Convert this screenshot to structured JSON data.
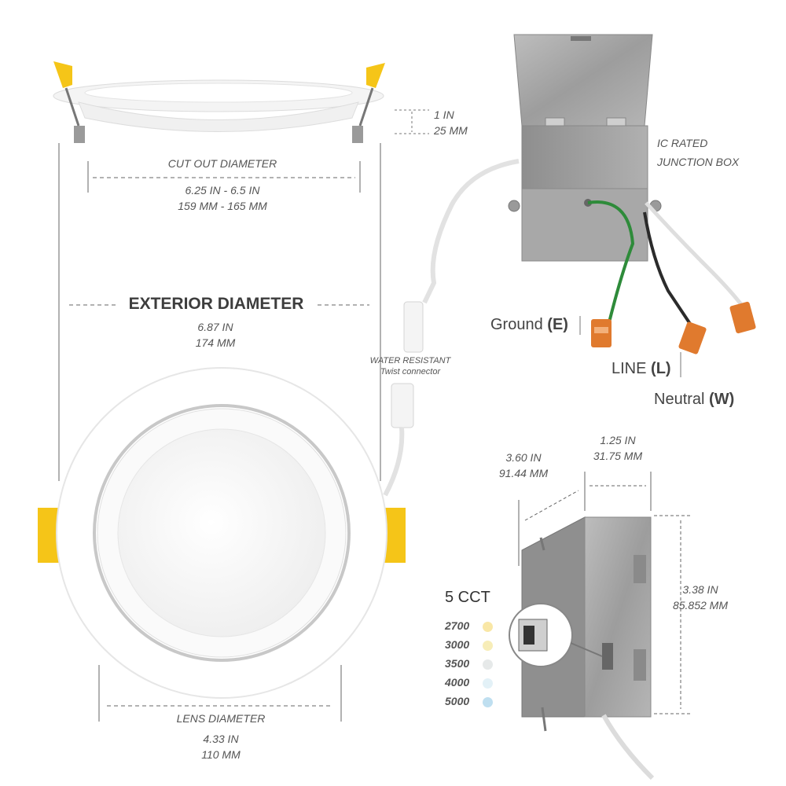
{
  "dimensions": {
    "height": {
      "inch": "1 IN",
      "mm": "25 MM"
    },
    "cutout": {
      "title": "CUT OUT DIAMETER",
      "inch": "6.25 IN - 6.5 IN",
      "mm": "159 MM - 165 MM"
    },
    "exterior": {
      "title": "EXTERIOR DIAMETER",
      "inch": "6.87 IN",
      "mm": "174 MM"
    },
    "lens": {
      "title": "LENS DIAMETER",
      "inch": "4.33 IN",
      "mm": "110 MM"
    },
    "box_depth": {
      "inch": "3.60 IN",
      "mm": "91.44 MM"
    },
    "box_width": {
      "inch": "1.25 IN",
      "mm": "31.75 MM"
    },
    "box_height": {
      "inch": "3.38 IN",
      "mm": "85.852 MM"
    }
  },
  "connector": {
    "line1": "WATER RESISTANT",
    "line2": "Twist connector"
  },
  "junction_box": {
    "line1": "IC RATED",
    "line2": "JUNCTION BOX"
  },
  "wires": [
    {
      "name": "Ground",
      "code": "(E)"
    },
    {
      "name": "LINE",
      "code": "(L)"
    },
    {
      "name": "Neutral",
      "code": "(W)"
    }
  ],
  "cct": {
    "title": "5 CCT",
    "options": [
      {
        "value": "2700",
        "color": "#f9e7a6"
      },
      {
        "value": "3000",
        "color": "#f7edb8"
      },
      {
        "value": "3500",
        "color": "#e6e9e9"
      },
      {
        "value": "4000",
        "color": "#e3f1f7"
      },
      {
        "value": "5000",
        "color": "#bfdff0"
      }
    ]
  },
  "colors": {
    "clip_yellow": "#f5c518",
    "box_metal": "#a6a6a6",
    "ground_wire": "#2e8b3a",
    "connector_orange": "#e07a2e"
  }
}
